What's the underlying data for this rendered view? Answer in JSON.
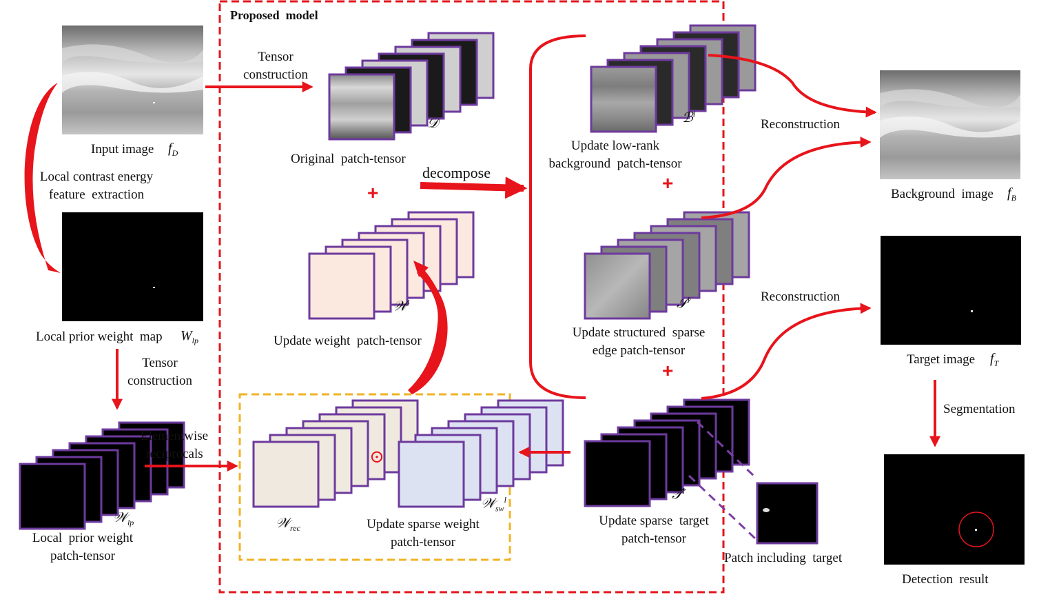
{
  "title": "Proposed  model",
  "labels": {
    "input_image": "Input image",
    "input_symbol": "f",
    "input_sub": "D",
    "local_contrast": "Local contrast energy\nfeature  extraction",
    "local_prior_map": "Local prior weight  map",
    "local_prior_map_symbol": "W",
    "local_prior_map_sub": "lp",
    "tensor_construction_left": "Tensor\nconstruction",
    "tensor_construction_top": "Tensor\nconstruction",
    "wlp_symbol": "𝒲",
    "wlp_sub": "lp",
    "local_prior_tensor": "Local  prior weight\npatch-tensor",
    "elementwise": "Elementwise\nreciprocals",
    "d_symbol": "𝒟",
    "original_patch_tensor": "Original  patch-tensor",
    "decompose": "decompose",
    "w_symbol": "𝒲",
    "w_sup": "l",
    "update_weight": "Update weight  patch-tensor",
    "wrec_symbol": "𝒲",
    "wrec_sub": "rec",
    "odot": "⊙",
    "wsw_symbol": "𝒲",
    "wsw_sub": "sw",
    "wsw_sup": "l",
    "update_sparse_weight": "Update sparse weight\npatch-tensor",
    "b_symbol": "ℬ",
    "b_sup": "l",
    "update_lowrank": "Update low-rank\nbackground  patch-tensor",
    "s_symbol": "𝒮",
    "s_sup": "l",
    "update_structured": "Update structured  sparse\nedge patch-tensor",
    "t_symbol": "𝒯",
    "t_sup": "l",
    "update_sparse_target": "Update sparse  target\npatch-tensor",
    "patch_including_target": "Patch including  target",
    "reconstruction_top": "Reconstruction",
    "reconstruction_bottom": "Reconstruction",
    "background_image": "Background  image",
    "background_symbol": "f",
    "background_sub": "B",
    "target_image": "Target image",
    "target_symbol": "f",
    "target_sub": "T",
    "segmentation": "Segmentation",
    "detection_result": "Detection  result",
    "plus": "+"
  },
  "colors": {
    "arrow_red": "#e8141b",
    "frame_red": "#e3141b",
    "yellow": "#f0b324",
    "purple": "#6d3a9e",
    "dashed_purple": "#7b3fa5",
    "weight_fill": "#fbe9df",
    "rec_fill": "#efe9df",
    "sw_fill": "#dde2f2"
  }
}
